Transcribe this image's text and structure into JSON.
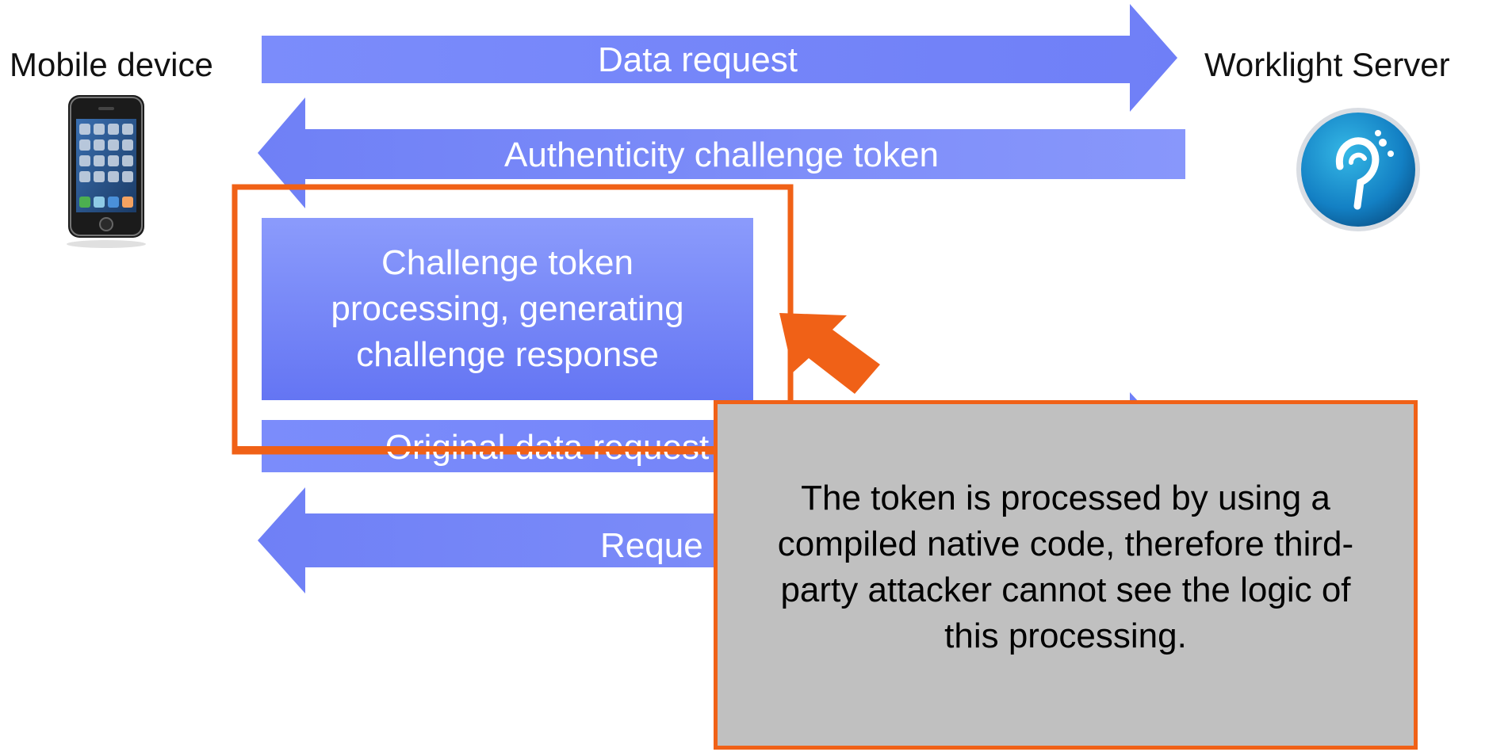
{
  "actors": {
    "client": {
      "label": "Mobile device",
      "icon": "smartphone-icon"
    },
    "server": {
      "label": "Worklight Server",
      "icon": "worklight-logo-icon"
    }
  },
  "arrows": {
    "data_request": "Data request",
    "challenge_token": "Authenticity challenge token",
    "original_data_request": "Original data request",
    "response_partial": "Reque"
  },
  "process_box": {
    "lines": [
      "Challenge token",
      "processing, generating",
      "challenge response"
    ]
  },
  "callout": {
    "lines": [
      "The token is processed by using a",
      "compiled native code, therefore third-",
      "party attacker cannot see the logic of",
      "this processing."
    ]
  },
  "colors": {
    "arrow_blue": "#7887fa",
    "highlight_orange": "#f06117",
    "callout_gray": "#c0c0c0"
  }
}
